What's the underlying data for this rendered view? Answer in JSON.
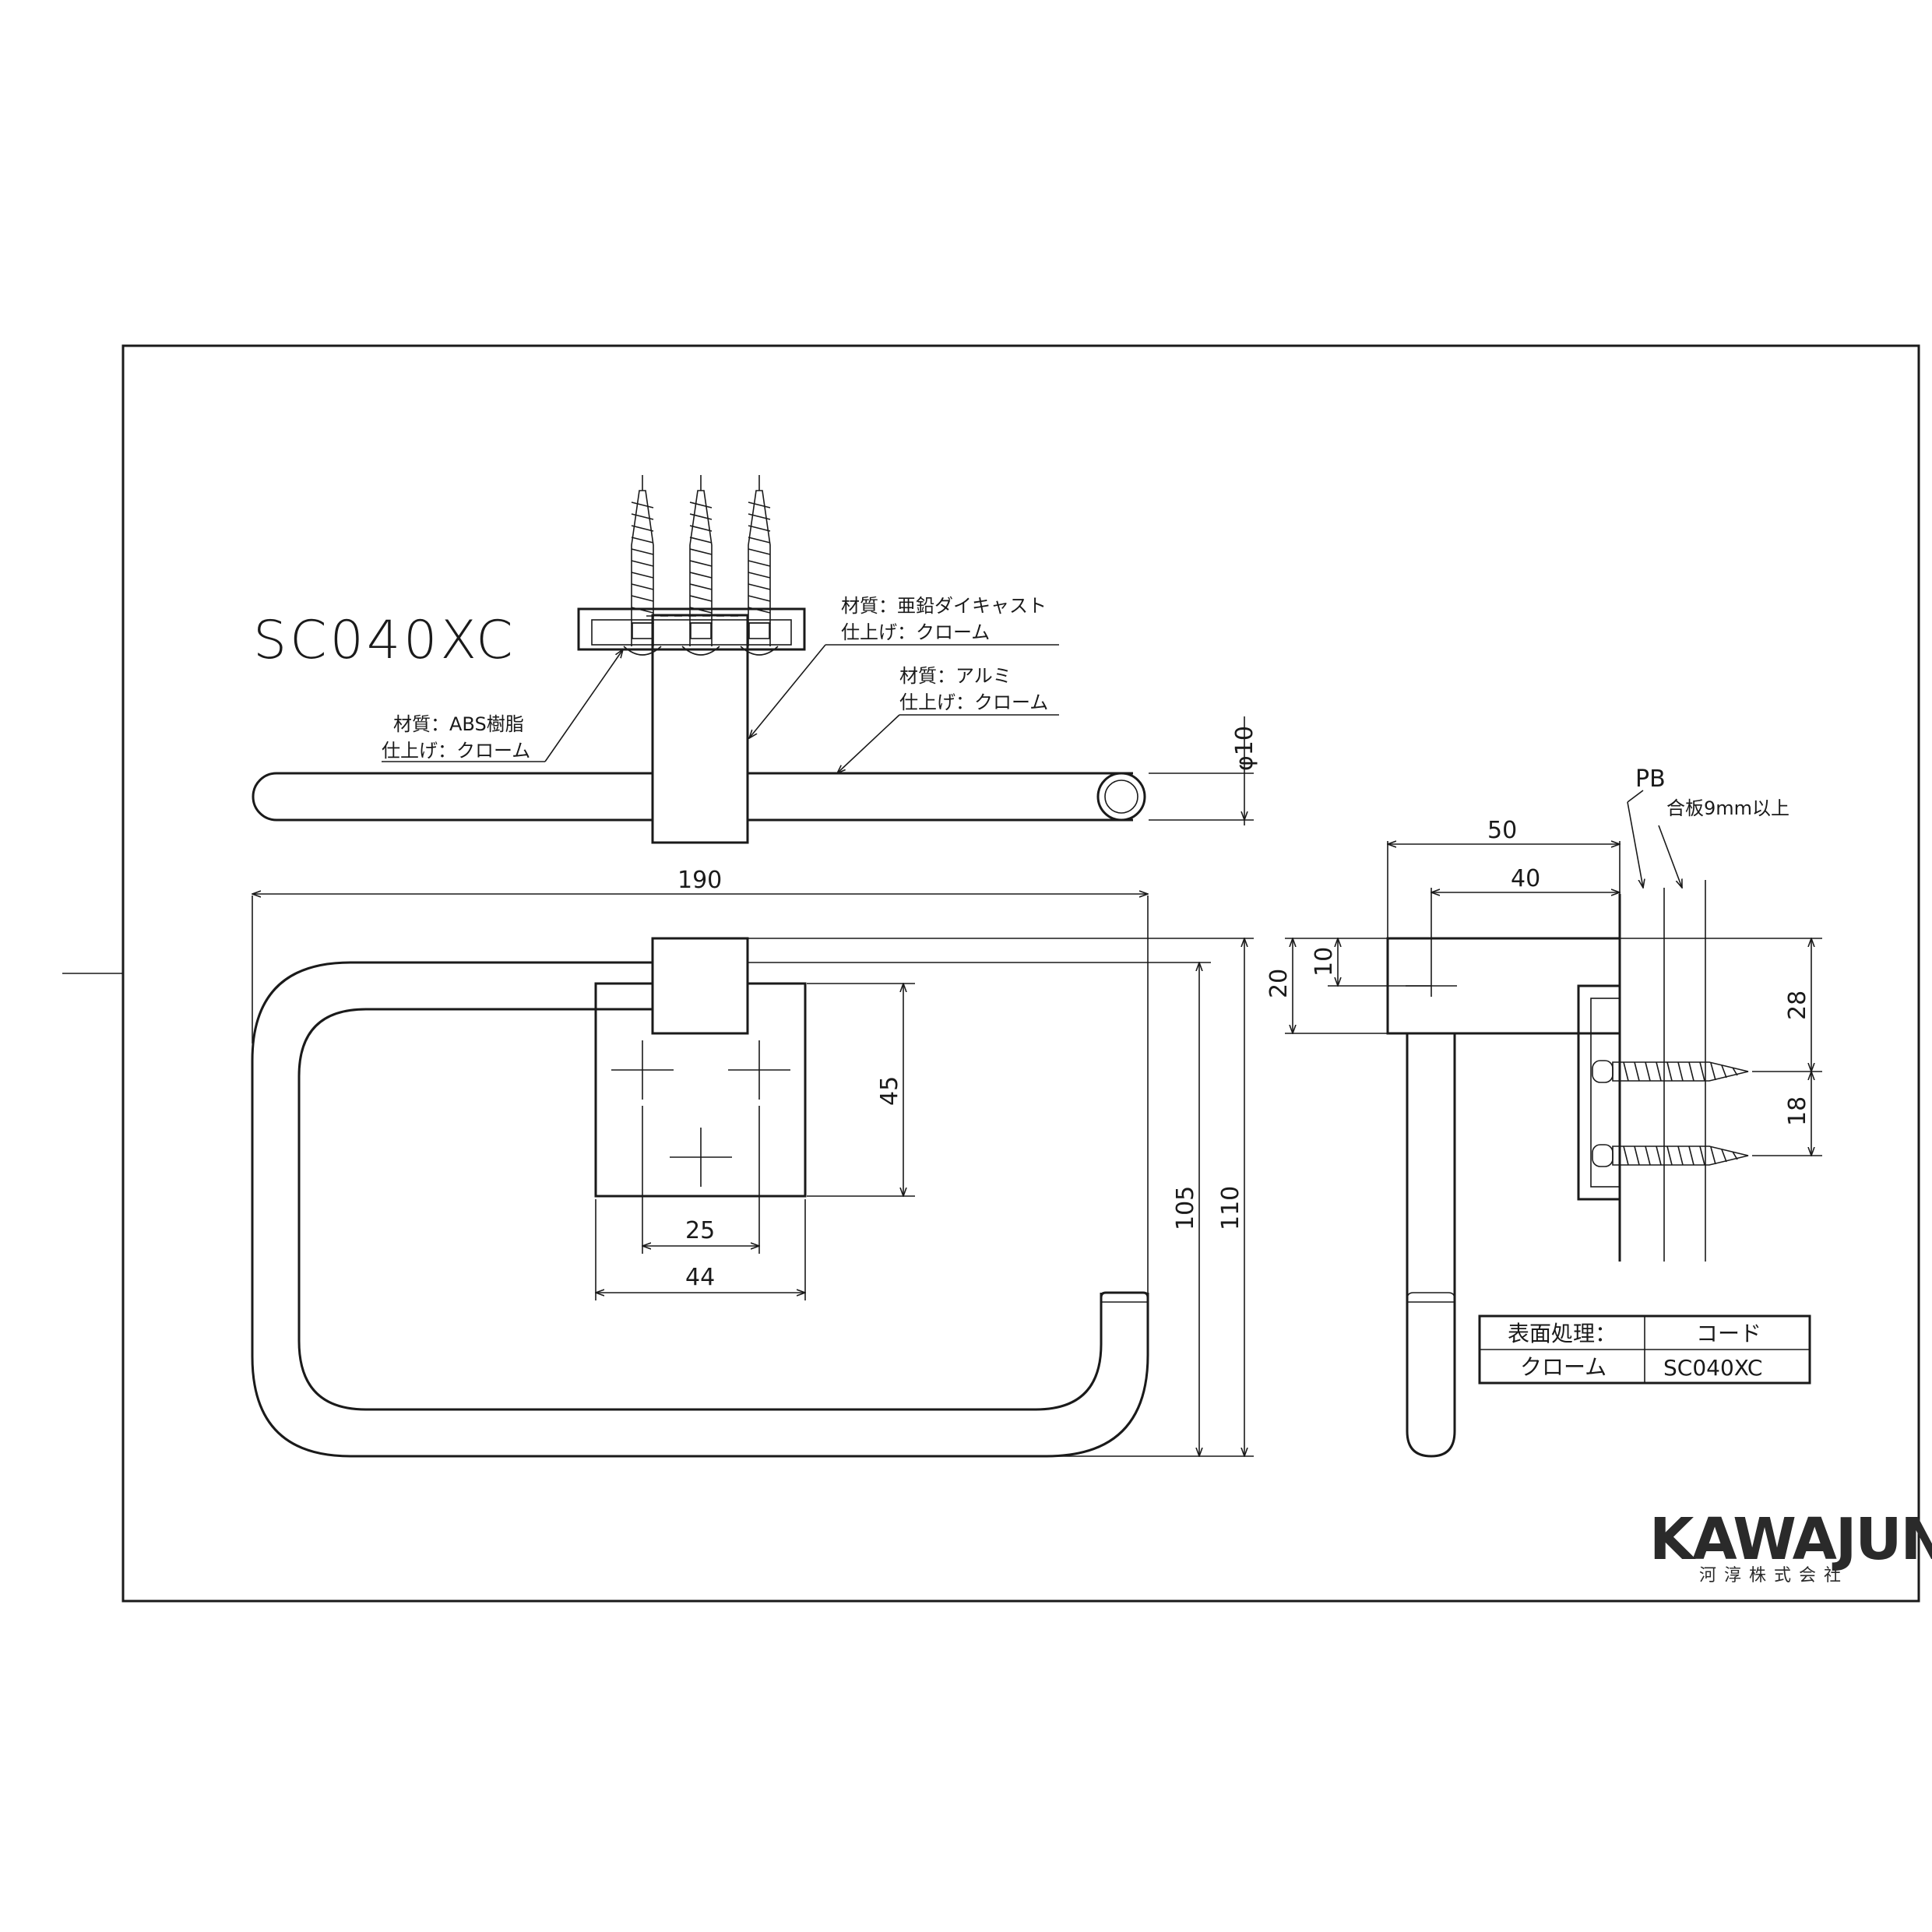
{
  "model": "SC040XC",
  "dimensions": {
    "total_width": "190",
    "height_inner": "105",
    "height_total": "110",
    "base_height": "45",
    "hole_pitch": "25",
    "base_width": "44",
    "diameter": "φ10",
    "depth_total": "50",
    "depth_center": "40",
    "arm_width": "20",
    "arm_half": "10",
    "screw_offset": "28",
    "screw_pitch": "18"
  },
  "wall_labels": {
    "pb": "PB",
    "plywood": "合板9mm以上"
  },
  "notes": {
    "base_material": "材質：亜鉛ダイキャスト",
    "base_finish": "仕上げ：クローム",
    "ring_material": "材質：アルミ",
    "ring_finish": "仕上げ：クローム",
    "plate_material": "材質：ABS樹脂",
    "plate_finish": "仕上げ：クローム"
  },
  "table": {
    "header_finish": "表面処理：",
    "header_code": "コード",
    "value_finish": "クローム",
    "value_code": "SC040XC"
  },
  "logo": {
    "name": "KAWAJUN",
    "company": "河淳株式会社"
  }
}
